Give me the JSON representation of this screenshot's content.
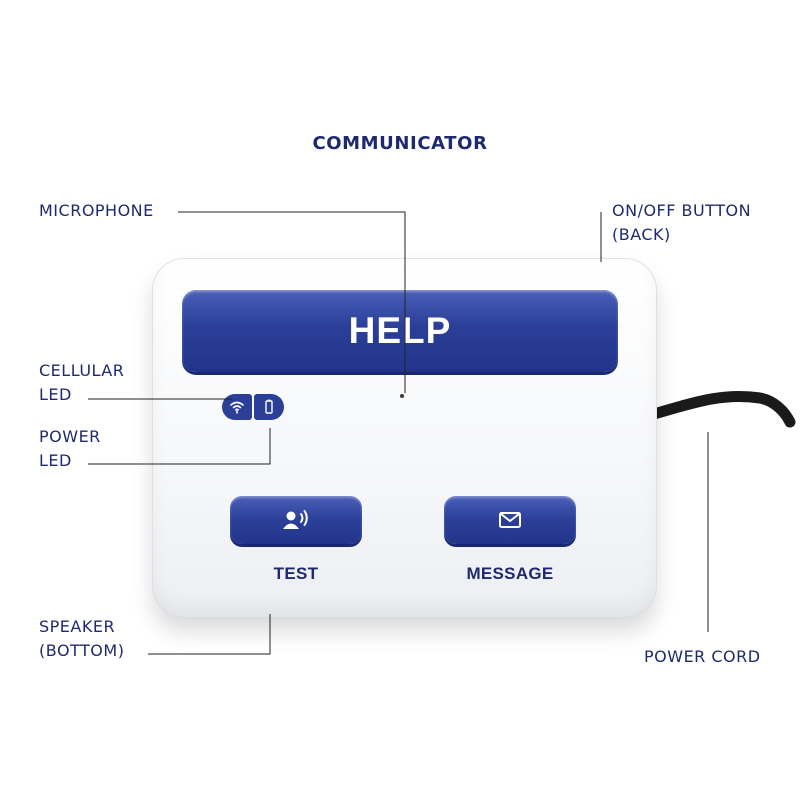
{
  "title": "COMMUNICATOR",
  "callouts": {
    "microphone": "MICROPHONE",
    "on_off_button": "ON/OFF BUTTON\n(BACK)",
    "cellular_led": "CELLULAR\nLED",
    "power_led": "POWER\nLED",
    "speaker": "SPEAKER\n(BOTTOM)",
    "power_cord": "POWER CORD"
  },
  "device": {
    "help_label": "HELP",
    "test_label": "TEST",
    "message_label": "MESSAGE",
    "icons": [
      "wifi-icon",
      "battery-icon",
      "speaker-person-icon",
      "envelope-icon"
    ]
  },
  "colors": {
    "brand_blue": "#2b3f99",
    "text_navy": "#1f2a6e",
    "cord": "#1a1a1a"
  }
}
